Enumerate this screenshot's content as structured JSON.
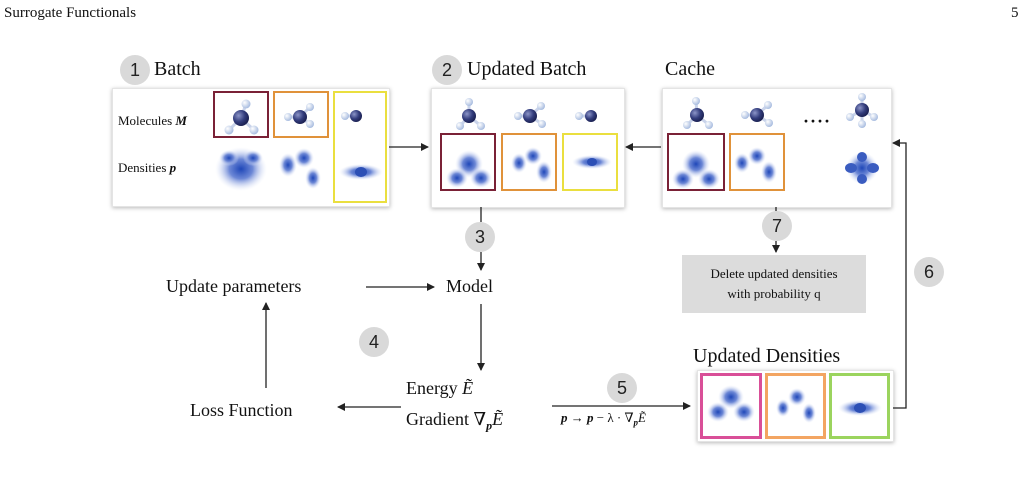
{
  "header": {
    "left": "Surrogate Functionals",
    "page_number": "5"
  },
  "steps": [
    "1",
    "2",
    "3",
    "4",
    "5",
    "6",
    "7"
  ],
  "batch": {
    "title": "Batch",
    "molecules_label": "Molecules",
    "molecules_symbol": "M",
    "densities_label": "Densities",
    "densities_symbol": "p"
  },
  "updated_batch": {
    "title": "Updated Batch"
  },
  "cache": {
    "title": "Cache",
    "ellipsis": "····"
  },
  "delete_box": {
    "line1": "Delete updated densities",
    "line2": "with probability q"
  },
  "nodes": {
    "update_parameters": "Update parameters",
    "model": "Model",
    "loss_function": "Loss Function",
    "energy": "Energy",
    "energy_symbol": "Ẽ",
    "gradient": "Gradient",
    "gradient_symbol": "∇",
    "gradient_sub": "p",
    "gradient_E": "Ẽ"
  },
  "update_rule": {
    "lhs": "p",
    "arrow": "→",
    "p2": "p",
    "minus_lambda": "− λ ·",
    "nabla": "∇",
    "sub": "p",
    "E": "Ẽ"
  },
  "updated_densities": {
    "title": "Updated Densities"
  },
  "colors": {
    "maroon": "#7a2136",
    "orange": "#e0923a",
    "yellow": "#eadf3f",
    "pink": "#d94f98",
    "lightorange": "#f3a562",
    "green": "#9bd45e",
    "step_circle": "#d9d9d9",
    "delete_box": "#dcdcdc"
  }
}
